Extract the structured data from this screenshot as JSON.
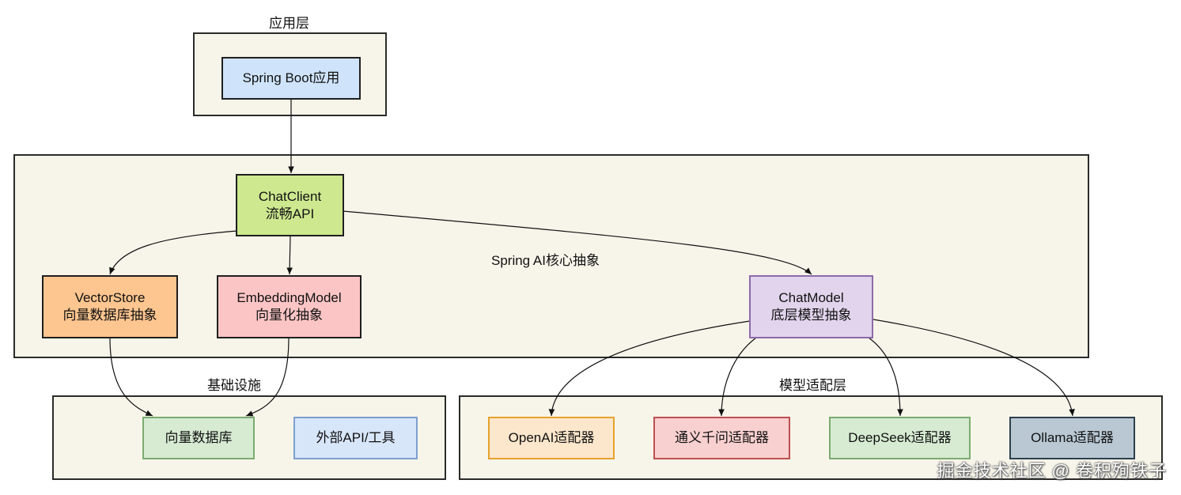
{
  "groups": {
    "app": {
      "label": "应用层"
    },
    "core": {
      "label": "Spring AI核心抽象"
    },
    "infra": {
      "label": "基础设施"
    },
    "adapter": {
      "label": "模型适配层"
    }
  },
  "nodes": {
    "springboot": {
      "line1": "Spring Boot应用"
    },
    "chatclient": {
      "line1": "ChatClient",
      "line2": "流畅API"
    },
    "vectorstore": {
      "line1": "VectorStore",
      "line2": "向量数据库抽象"
    },
    "embedding": {
      "line1": "EmbeddingModel",
      "line2": "向量化抽象"
    },
    "chatmodel": {
      "line1": "ChatModel",
      "line2": "底层模型抽象"
    },
    "vectordb": {
      "line1": "向量数据库"
    },
    "external": {
      "line1": "外部API/工具"
    },
    "openai": {
      "line1": "OpenAI适配器"
    },
    "qwen": {
      "line1": "通义千问适配器"
    },
    "deepseek": {
      "line1": "DeepSeek适配器"
    },
    "ollama": {
      "line1": "Ollama适配器"
    }
  },
  "colors": {
    "springboot": {
      "fill": "#cfe4fb",
      "stroke": "#1f1f1f"
    },
    "chatclient": {
      "fill": "#cde88f",
      "stroke": "#1f1f1f"
    },
    "vectorstore": {
      "fill": "#fdc58f",
      "stroke": "#1f1f1f"
    },
    "embedding": {
      "fill": "#fcc5c5",
      "stroke": "#1f1f1f"
    },
    "chatmodel": {
      "fill": "#e1d4ec",
      "stroke": "#8e6aa8"
    },
    "vectordb": {
      "fill": "#d6ebd2",
      "stroke": "#7bab6f"
    },
    "external": {
      "fill": "#d8e6fa",
      "stroke": "#7d9fce"
    },
    "openai": {
      "fill": "#fde7cc",
      "stroke": "#e6a22c"
    },
    "qwen": {
      "fill": "#f9d0d0",
      "stroke": "#be4f4f"
    },
    "deepseek": {
      "fill": "#d6ebd2",
      "stroke": "#7bab6f"
    },
    "ollama": {
      "fill": "#b9c8d3",
      "stroke": "#2e3f4c"
    }
  },
  "edges": [
    {
      "from": "springboot",
      "to": "chatclient"
    },
    {
      "from": "chatclient",
      "to": "vectorstore"
    },
    {
      "from": "chatclient",
      "to": "embedding"
    },
    {
      "from": "chatclient",
      "to": "chatmodel"
    },
    {
      "from": "vectorstore",
      "to": "vectordb"
    },
    {
      "from": "embedding",
      "to": "vectordb"
    },
    {
      "from": "chatmodel",
      "to": "openai"
    },
    {
      "from": "chatmodel",
      "to": "qwen"
    },
    {
      "from": "chatmodel",
      "to": "deepseek"
    },
    {
      "from": "chatmodel",
      "to": "ollama"
    }
  ],
  "watermark": "掘金技术社区 @ 卷积殉铁子"
}
